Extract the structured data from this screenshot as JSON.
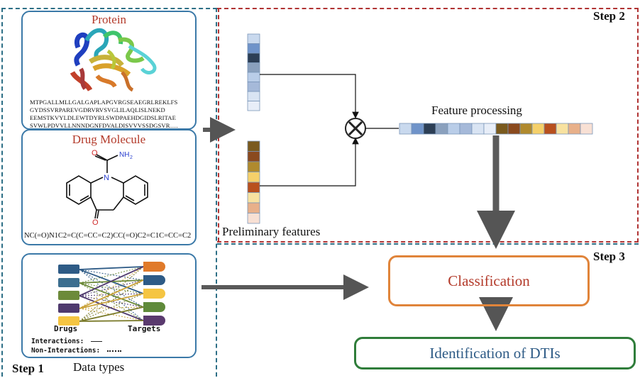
{
  "steps": {
    "step1": "Step 1",
    "step2": "Step 2",
    "step3": "Step 3"
  },
  "protein": {
    "title": "Protein",
    "sequence_lines": [
      "MTPGALLMLLGALGAPLAPGVRGSEAEGRLREKLFS",
      "GYDSSVRPAREVGDRVRVSVGLILAQLISLNEKD",
      "EEMSTKVYLDLEWTDYRLSWDPAEHDGIDSLRITAE",
      "SVWLPDVVLLNNNDGNFDVALDISVVVSSDGSVR…."
    ]
  },
  "drug": {
    "title": "Drug Molecule",
    "smiles": "NC(=O)N1C2=C(C=CC=C2)CC(=O)C2=C1C=CC=C2",
    "atom_n": "N",
    "atom_o_top": "O",
    "atom_nh2": "NH",
    "atom_nh2_sub": "2",
    "atom_o_bottom": "O"
  },
  "data_types": {
    "label": "Data types",
    "drugs": "Drugs",
    "targets": "Targets",
    "interactions": "Interactions:",
    "non_interactions": "Non-Interactions:",
    "drug_colors": [
      "#2e5b86",
      "#3c6e8f",
      "#6c8a3a",
      "#4f3a6e",
      "#f5c542"
    ],
    "target_colors": [
      "#e07a2a",
      "#2e5b86",
      "#f5c542",
      "#5f8a3a",
      "#5a3a6e"
    ]
  },
  "features": {
    "preliminary_label": "Preliminary features",
    "processing_label": "Feature processing",
    "protein_vector_colors": [
      "#c9d9ee",
      "#6f93c9",
      "#2c3e55",
      "#8aa0bd",
      "#b9cde8",
      "#a5b9d9",
      "#d9e4f3",
      "#e8eef8"
    ],
    "drug_vector_colors": [
      "#7a5a1e",
      "#8a4a1e",
      "#b08a2e",
      "#f5d06a",
      "#b8501e",
      "#f8e2a0",
      "#e8b08a",
      "#f8e0d4"
    ],
    "combined_vector_colors": [
      "#c9d9ee",
      "#6f93c9",
      "#2c3e55",
      "#8aa0bd",
      "#b9cde8",
      "#a5b9d9",
      "#d9e4f3",
      "#e8eef8",
      "#7a5a1e",
      "#8a4a1e",
      "#b08a2e",
      "#f5d06a",
      "#b8501e",
      "#f8e2a0",
      "#e8b08a",
      "#f8e0d4"
    ]
  },
  "classification": "Classification",
  "identification": "Identification of DTIs"
}
